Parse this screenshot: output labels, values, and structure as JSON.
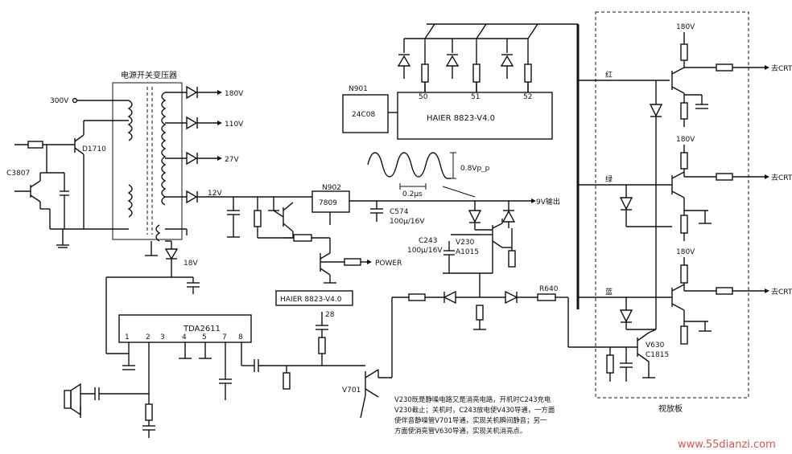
{
  "labels": {
    "transformer_title": "电源开关变压器",
    "v300": "300V",
    "q_d1710": "D1710",
    "q_c3807": "C3807",
    "out_180": "180V",
    "out_110": "110V",
    "out_27": "27V",
    "out_12": "12V",
    "out_18": "18V",
    "n901": "N901",
    "n901_part": "24C08",
    "mcu": "HAIER 8823-V4.0",
    "pin_50": "50",
    "pin_51": "51",
    "pin_52": "52",
    "n902": "N902",
    "n902_part": "7809",
    "c574": "C574",
    "c574_val": "100μ/16V",
    "wave_amp": "0.8Vp_p",
    "wave_period": "0.2μs",
    "out_9v": "9V输出",
    "c243": "C243",
    "c243_val": "100μ/16V",
    "v230": "V230",
    "v230_part": "A1015",
    "power": "POWER",
    "r640": "R640",
    "mcu2": "HAIER 8823-V4.0",
    "pin_28": "28",
    "tda": "TDA2611",
    "tda_pins": [
      "1",
      "2",
      "3",
      "4",
      "5",
      "7",
      "8"
    ],
    "v701": "V701",
    "red": "红",
    "green": "绿",
    "blue": "蓝",
    "v630": "V630",
    "c1815": "C1815",
    "crt_r": "去CRT",
    "crt_g": "去CRT",
    "crt_b": "去CRT",
    "v180a": "180V",
    "v180b": "180V",
    "v180c": "180V",
    "board": "视放板",
    "watermark": "www.55dianzi.com"
  },
  "note_lines": [
    "V230既是静噪电路又是消亮电路，开机时C243充电",
    "V230截止；关机时，C243放电使V430导通，一方面",
    "使伴音静噪管V701导通，实现关机瞬间静音；另一",
    "方面使消亮管V630导通，实现关机消亮点。"
  ]
}
